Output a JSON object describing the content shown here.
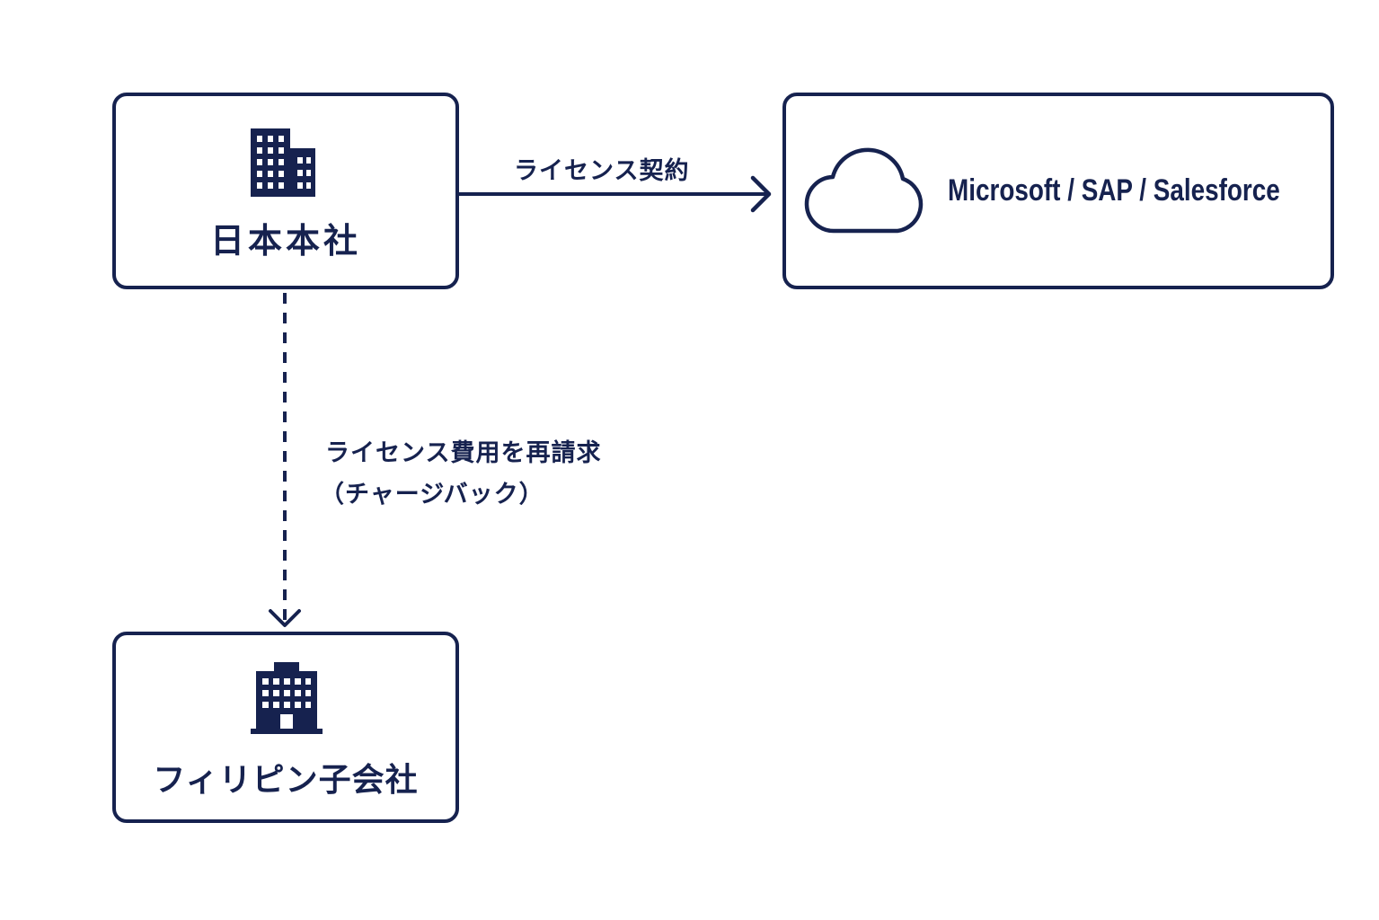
{
  "nodes": {
    "hq": {
      "label": "日本本社",
      "icon": "office-building-icon"
    },
    "vendor": {
      "label": "Microsoft / SAP / Salesforce",
      "icon": "cloud-icon"
    },
    "subsidiary": {
      "label": "フィリピン子会社",
      "icon": "office-building-icon"
    }
  },
  "edges": {
    "contract": {
      "label": "ライセンス契約",
      "style": "solid"
    },
    "chargeback": {
      "label_line1": "ライセンス費用を再請求",
      "label_line2": "（チャージバック）",
      "style": "dashed"
    }
  },
  "colors": {
    "primary": "#16224f",
    "background": "#ffffff"
  }
}
